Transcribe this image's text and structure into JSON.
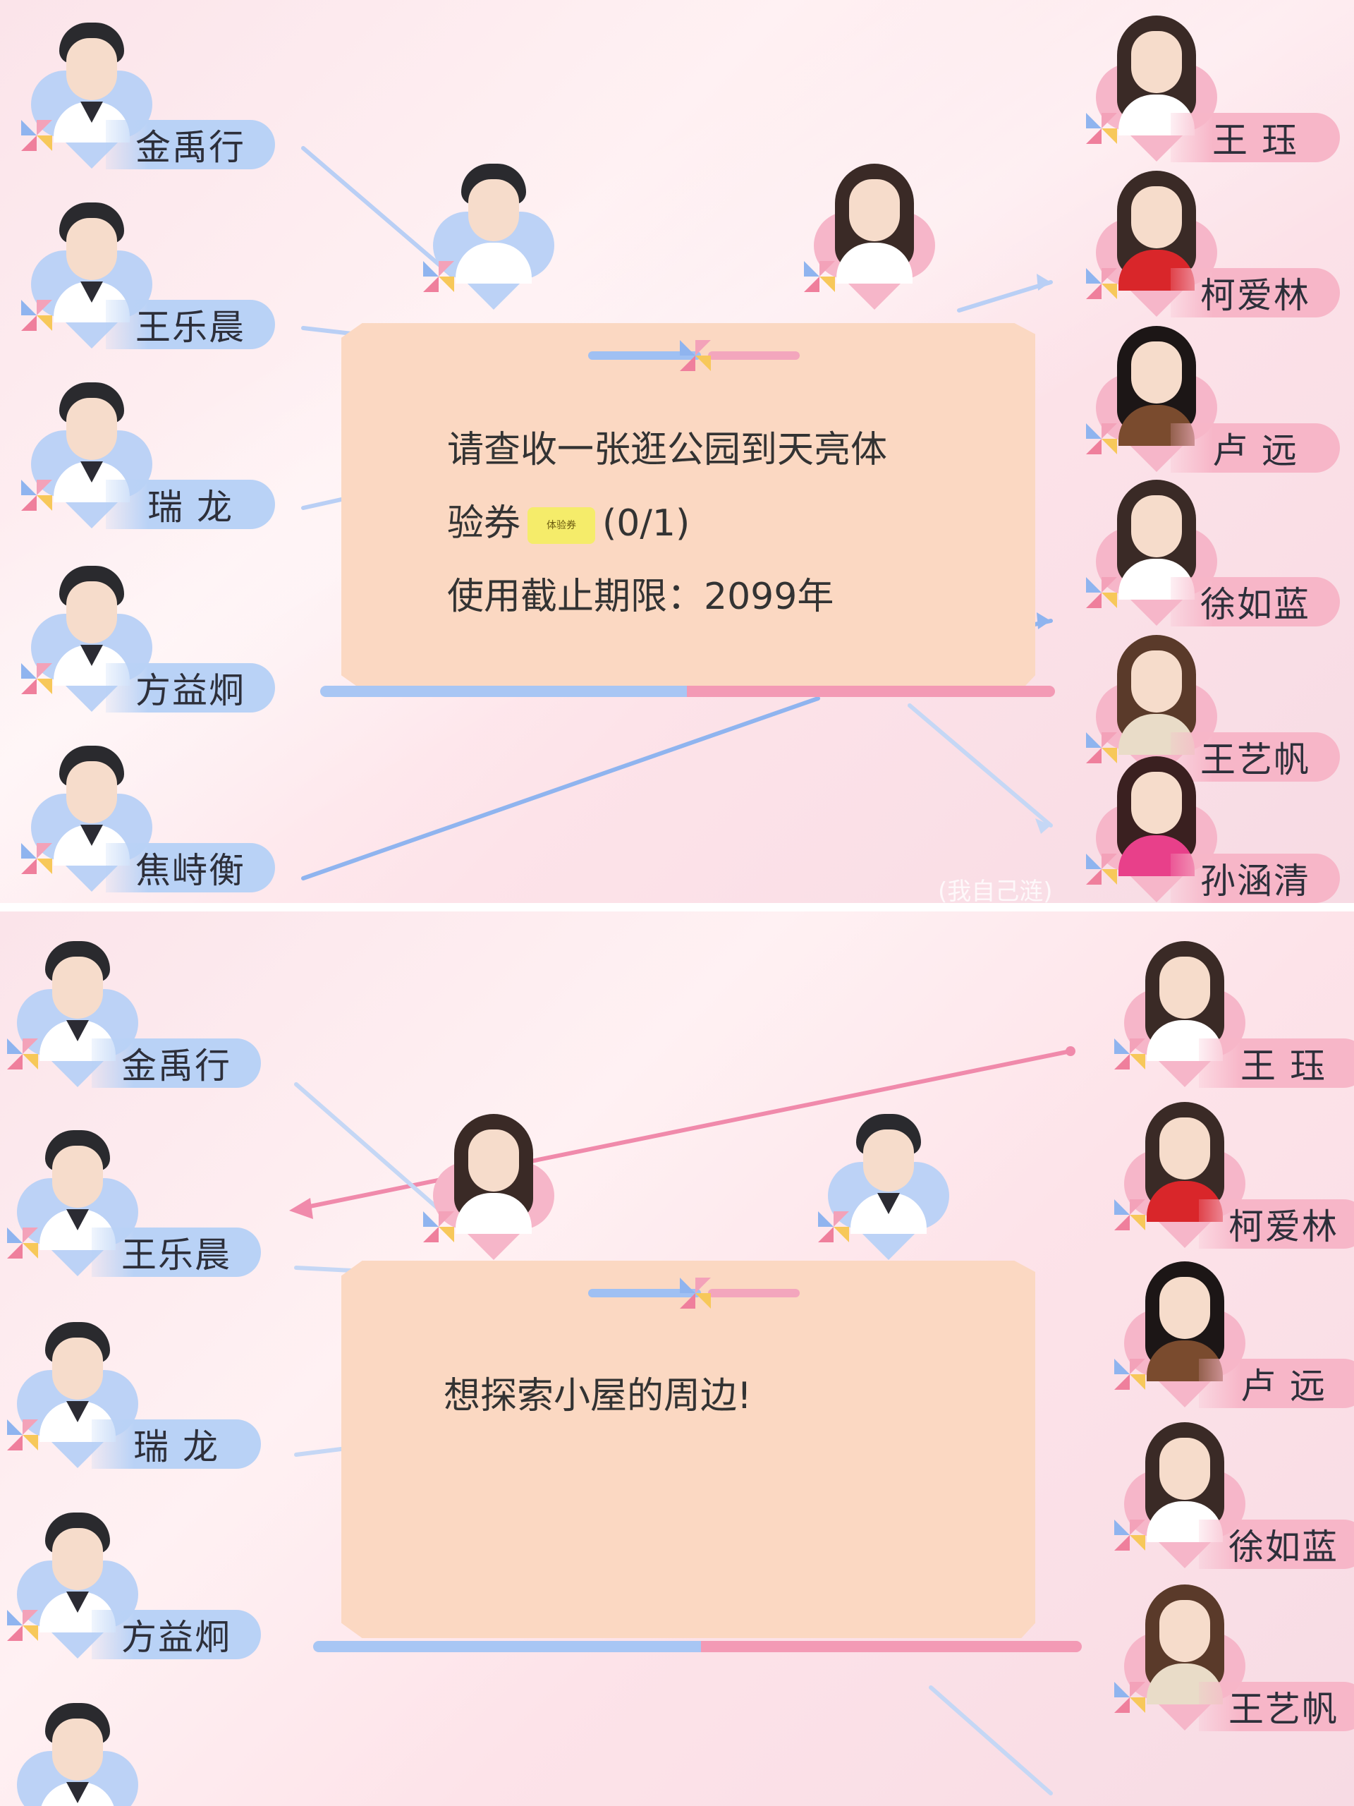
{
  "top": {
    "men": [
      "金禹行",
      "王乐晨",
      "瑞 龙",
      "方益炯",
      "焦峙衡"
    ],
    "women": [
      "王 珏",
      "柯爱林",
      "卢 远",
      "徐如蓝",
      "王艺帆",
      "孙涵清"
    ],
    "card": {
      "line1": "请查收一张逛公园到天亮体",
      "line2_prefix": "验券",
      "voucher": "体验券",
      "line2_suffix": "(0/1)",
      "line3": "使用截止期限：2099年"
    },
    "watermark": "(我自己涟)"
  },
  "bottom": {
    "men": [
      "金禹行",
      "王乐晨",
      "瑞 龙",
      "方益炯"
    ],
    "women": [
      "王 珏",
      "柯爱林",
      "卢 远",
      "徐如蓝",
      "王艺帆"
    ],
    "card": {
      "line1": "想探索小屋的周边!"
    }
  },
  "colors": {
    "male": "#b9d2f6",
    "female": "#f7b6c8",
    "card": "#fbd8c2",
    "line_blue": "#a8c6f4",
    "line_pink": "#f39ab5"
  }
}
